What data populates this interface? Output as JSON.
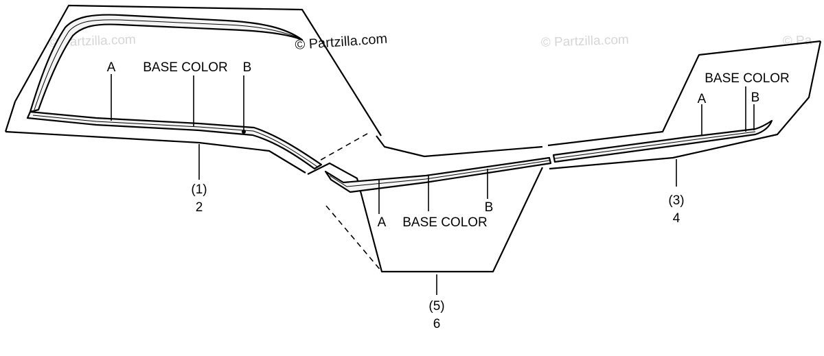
{
  "watermarks": {
    "main": "© Partzilla.com",
    "faint_1": "© Partzilla.com",
    "faint_2": "© Partzilla.com",
    "faint_3": "© Pa"
  },
  "stripes": [
    {
      "ref": "(1)",
      "part_no": "2",
      "labels": {
        "a": "A",
        "base": "BASE COLOR",
        "b": "B"
      }
    },
    {
      "ref": "(3)",
      "part_no": "4",
      "labels": {
        "a": "A",
        "base": "BASE COLOR",
        "b": "B"
      }
    },
    {
      "ref": "(5)",
      "part_no": "6",
      "labels": {
        "a": "A",
        "base": "BASE COLOR",
        "b": "B"
      }
    }
  ]
}
